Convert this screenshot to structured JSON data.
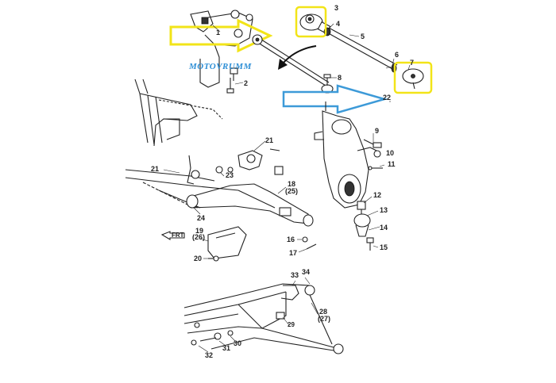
{
  "watermark": "MOTOVRUMM",
  "colors": {
    "highlight_box": "#f2e418",
    "yellow_arrow": "#f2e418",
    "blue_arrow": "#3d9ad8",
    "watermark": "#2e8fd6",
    "line": "#222222"
  },
  "front_marker": "FRT",
  "part_labels": {
    "p1": "1",
    "p2": "2",
    "p3": "3",
    "p4": "4",
    "p5": "5",
    "p6": "6",
    "p7": "7",
    "p8": "8",
    "p9": "9",
    "p10": "10",
    "p11": "11",
    "p12": "12",
    "p13": "13",
    "p14": "14",
    "p15": "15",
    "p16": "16",
    "p17": "17",
    "p18": "18",
    "p18b": "(25)",
    "p19": "19",
    "p19b": "(26)",
    "p20": "20",
    "p21a": "21",
    "p21b": "21",
    "p22": "22",
    "p23": "23",
    "p24": "24",
    "p28": "28",
    "p28b": "(27)",
    "p29": "29",
    "p30": "30",
    "p31": "31",
    "p32": "32",
    "p33": "33",
    "p34": "34"
  }
}
